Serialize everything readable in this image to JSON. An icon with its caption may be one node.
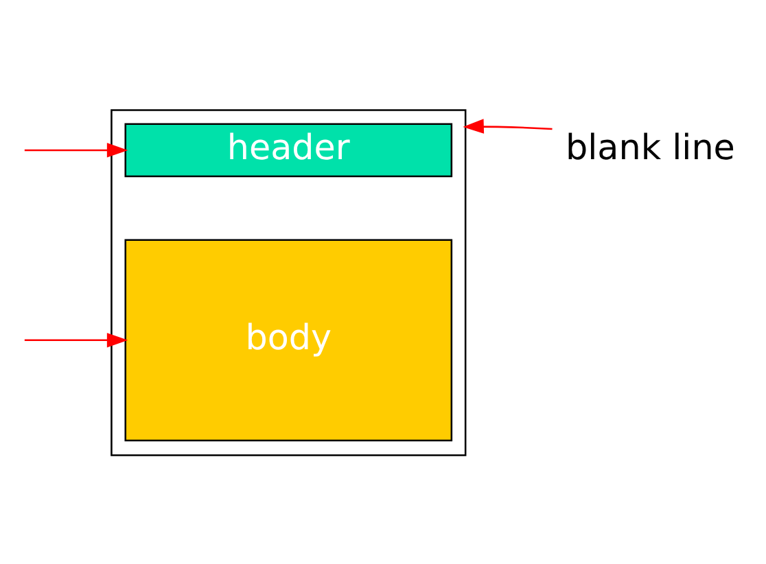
{
  "diagram": {
    "nodes": [
      {
        "text": [],
        "shape": "box"
      },
      {
        "text": [
          "header"
        ],
        "in": 0
      },
      {
        "text": [
          "body"
        ],
        "in": 0
      },
      {
        "text": [
          "blank line"
        ]
      }
    ],
    "edges": [
      {
        "from": null,
        "to": 1,
        "arrow": "to"
      },
      {
        "from": null,
        "to": 2,
        "arrow": "to"
      },
      {
        "from": 3,
        "to": 0,
        "arrow": "to"
      }
    ]
  }
}
